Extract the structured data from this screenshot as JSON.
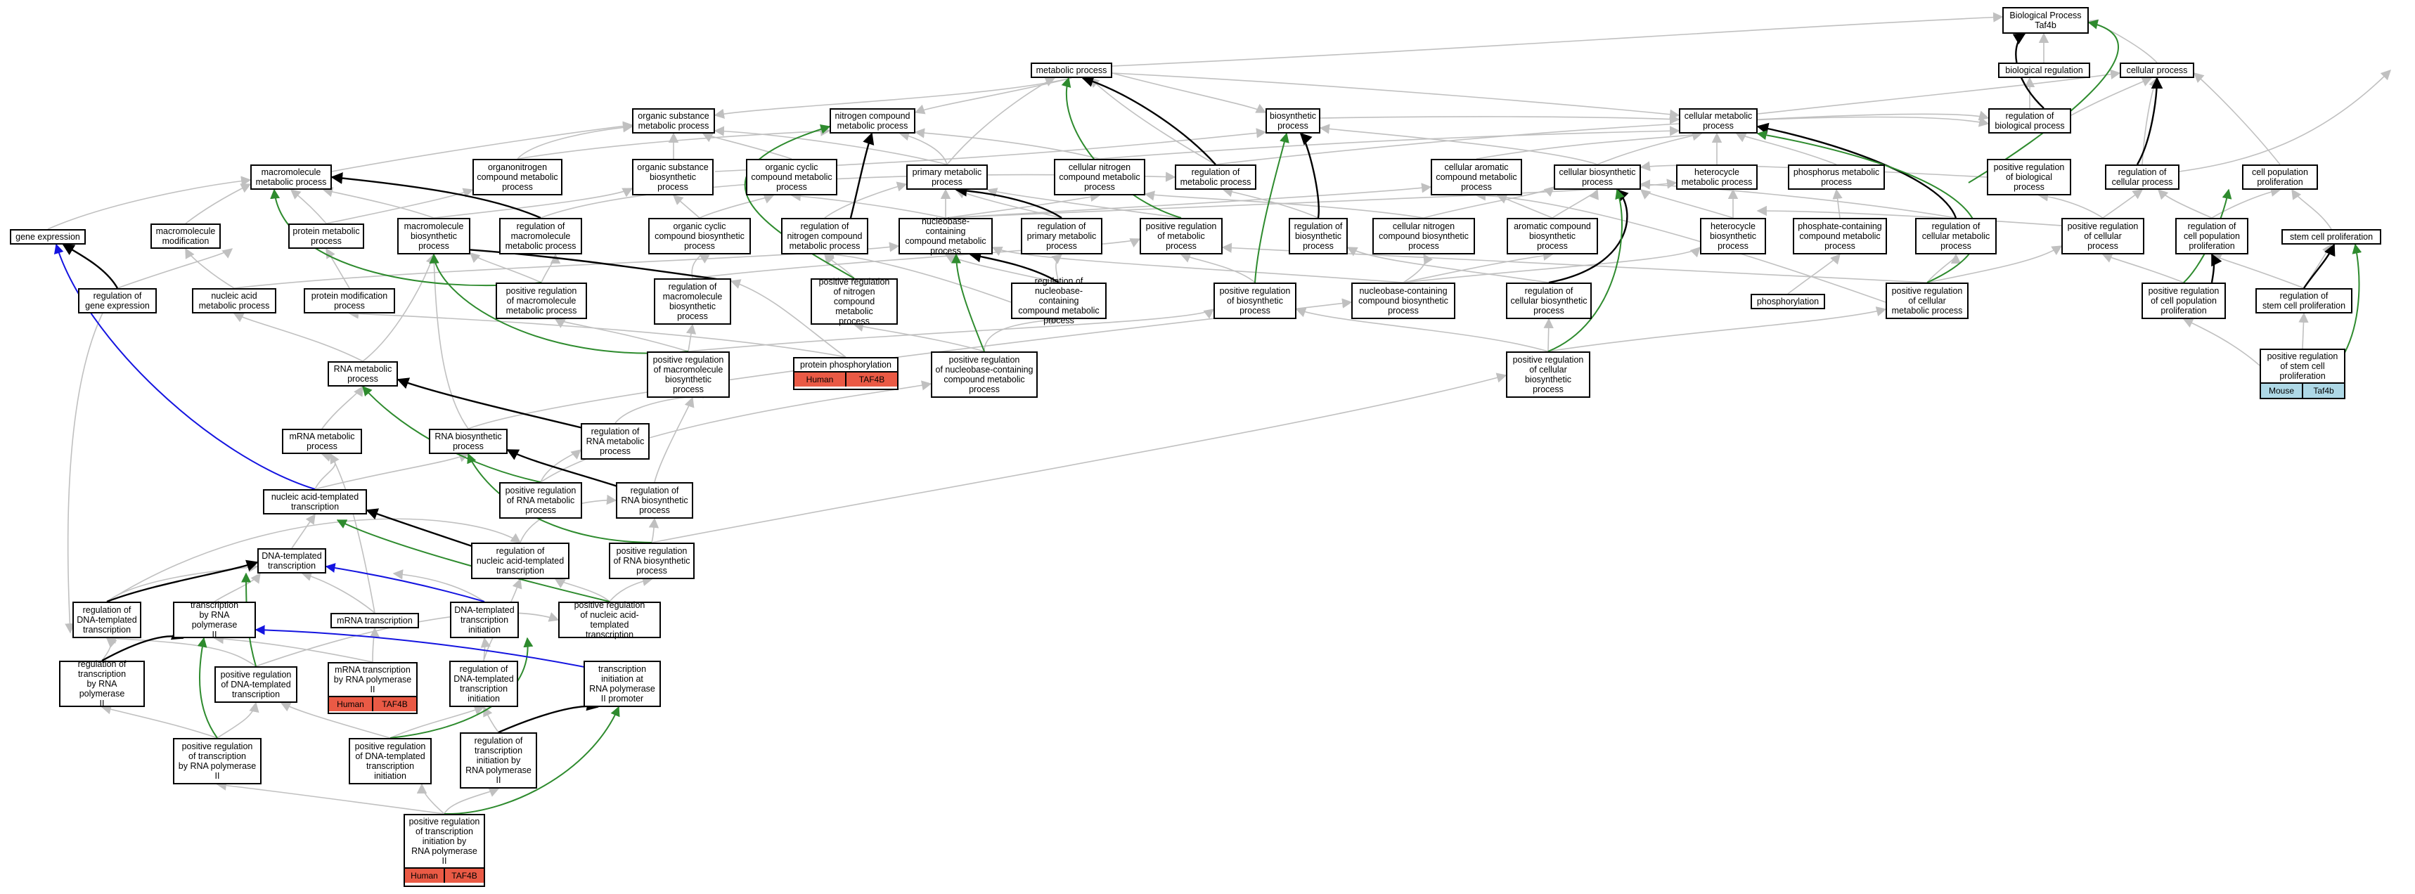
{
  "colors": {
    "black": "#000000",
    "grey": "#c0c0c0",
    "green": "#2e8b2e",
    "blue": "#1414e0",
    "human": "#ea5a45",
    "mouse": "#aed8e6"
  },
  "nodes": {
    "bp": "Biological Process\nTaf4b",
    "mp": "metabolic process",
    "biolreg": "biological regulation",
    "cellproc": "cellular process",
    "osmp": "organic substance\nmetabolic process",
    "ncmp": "nitrogen compound\nmetabolic process",
    "biosyn": "biosynthetic\nprocess",
    "cellmet": "cellular metabolic\nprocess",
    "regbio": "regulation of\nbiological process",
    "macromp": "macromolecule\nmetabolic process",
    "organoN": "organonitrogen\ncompound metabolic\nprocess",
    "osbp": "organic substance\nbiosynthetic\nprocess",
    "occmp": "organic cyclic\ncompound metabolic\nprocess",
    "primp": "primary metabolic\nprocess",
    "cncmp": "cellular nitrogen\ncompound metabolic\nprocess",
    "regmp": "regulation of\nmetabolic process",
    "cacmp": "cellular aromatic\ncompound metabolic\nprocess",
    "cellbp": "cellular biosynthetic\nprocess",
    "hetmp": "heterocycle\nmetabolic process",
    "phosmp": "phosphorus metabolic\nprocess",
    "posregbio": "positive regulation\nof biological\nprocess",
    "regcell": "regulation of\ncellular process",
    "cellpop": "cell population\nproliferation",
    "geneexp": "gene expression",
    "macromod": "macromolecule\nmodification",
    "protmp": "protein metabolic\nprocess",
    "macrobp": "macromolecule\nbiosynthetic\nprocess",
    "regmacromp": "regulation of\nmacromolecule\nmetabolic process",
    "occbp": "organic cyclic\ncompound biosynthetic\nprocess",
    "regncmp": "regulation of\nnitrogen compound\nmetabolic process",
    "nbcmp": "nucleobase-containing\ncompound metabolic\nprocess",
    "regprimp": "regulation of\nprimary metabolic\nprocess",
    "posregmp": "positive regulation\nof metabolic\nprocess",
    "regbiosyn": "regulation of\nbiosynthetic\nprocess",
    "cncbp": "cellular nitrogen\ncompound biosynthetic\nprocess",
    "acbp": "aromatic compound\nbiosynthetic\nprocess",
    "hetbp": "heterocycle\nbiosynthetic\nprocess",
    "phoscmp": "phosphate-containing\ncompound metabolic\nprocess",
    "regcellmp": "regulation of\ncellular metabolic\nprocess",
    "posregcell": "positive regulation\nof cellular\nprocess",
    "regcellpop": "regulation of\ncell population\nproliferation",
    "stemcell": "stem cell proliferation",
    "reggeneexp": "regulation of\ngene expression",
    "nucmp": "nucleic acid\nmetabolic process",
    "protmod": "protein modification\nprocess",
    "posregmacromp": "positive regulation\nof macromolecule\nmetabolic process",
    "regmacrobp": "regulation of\nmacromolecule\nbiosynthetic\nprocess",
    "posregncmp": "positive regulation\nof nitrogen\ncompound metabolic\nprocess",
    "regnbcmp": "regulation of\nnucleobase-containing\ncompound metabolic\nprocess",
    "posregbiosyn": "positive regulation\nof biosynthetic\nprocess",
    "nbcbp": "nucleobase-containing\ncompound biosynthetic\nprocess",
    "regcellbp": "regulation of\ncellular biosynthetic\nprocess",
    "phosphorylation": "phosphorylation",
    "posregcellmp": "positive regulation\nof cellular\nmetabolic process",
    "posregcellpop": "positive regulation\nof cell population\nproliferation",
    "regstem": "regulation of\nstem cell proliferation",
    "protphos": "protein phosphorylation",
    "posregnbcmp": "positive regulation\nof nucleobase-containing\ncompound metabolic\nprocess",
    "posregmacrobp": "positive regulation\nof macromolecule\nbiosynthetic\nprocess",
    "posregcellbp": "positive regulation\nof cellular\nbiosynthetic\nprocess",
    "posregstem": "positive regulation\nof stem cell\nproliferation",
    "rnamp": "RNA metabolic\nprocess",
    "mrnamp": "mRNA metabolic\nprocess",
    "rnabp": "RNA biosynthetic\nprocess",
    "regrnamp": "regulation of\nRNA metabolic\nprocess",
    "posregrnamp": "positive regulation\nof RNA metabolic\nprocess",
    "regrnabp": "regulation of\nRNA biosynthetic\nprocess",
    "natt": "nucleic acid-templated\ntranscription",
    "regnatt": "regulation of\nnucleic acid-templated\ntranscription",
    "posregrnabp": "positive regulation\nof RNA biosynthetic\nprocess",
    "dtt": "DNA-templated\ntranscription",
    "posregnatt": "positive regulation\nof nucleic acid-templated\ntranscription",
    "regdtt": "regulation of\nDNA-templated\ntranscription",
    "trnapol": "transcription\nby RNA polymerase\nII",
    "mrnatr": "mRNA transcription",
    "dtti": "DNA-templated\ntranscription\ninitiation",
    "regtrnapol": "regulation of\ntranscription\nby RNA polymerase\nII",
    "posregdtt": "positive regulation\nof DNA-templated\ntranscription",
    "mrnatrpol": "mRNA transcription\nby RNA polymerase\nII",
    "regdtti": "regulation of\nDNA-templated\ntranscription\ninitiation",
    "trinit": "transcription\ninitiation at\nRNA polymerase\nII promoter",
    "posregtrnapol": "positive regulation\nof transcription\nby RNA polymerase\nII",
    "posregdtti": "positive regulation\nof DNA-templated\ntranscription\ninitiation",
    "regtrinit": "regulation of\ntranscription\ninitiation by\nRNA polymerase\nII",
    "posregtrinit": "positive regulation\nof transcription\ninitiation by\nRNA polymerase\nII"
  },
  "annotations": {
    "protphos": [
      "Human",
      "TAF4B"
    ],
    "mrnatrpol": [
      "Human",
      "TAF4B"
    ],
    "posregtrinit": [
      "Human",
      "TAF4B"
    ],
    "posregstem": [
      "Mouse",
      "Taf4b"
    ]
  }
}
